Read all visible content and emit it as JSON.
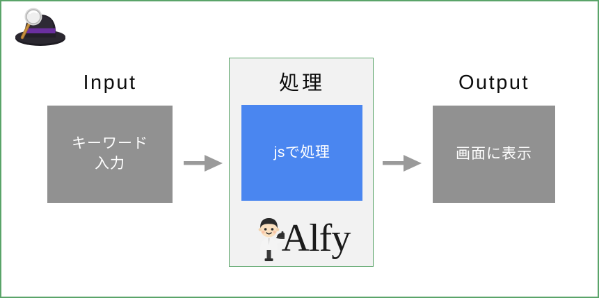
{
  "page": {
    "border_color": "#5aa469",
    "background": "#ffffff"
  },
  "app_icon": {
    "name": "alfred-hat-icon",
    "alt": "Alfred",
    "hat_color": "#1d1b22",
    "band_color": "#6a2f9e",
    "lens_color": "#cfcfcf"
  },
  "stages": {
    "input": {
      "title": "Input",
      "box_text": "キーワード\n入力",
      "box_line1": "キーワード",
      "box_line2": "入力",
      "box_color": "#919191",
      "text_color": "#ffffff"
    },
    "process": {
      "title": "処理",
      "panel_bg": "#f2f2f2",
      "panel_border": "#5aa469",
      "box_text": "jsで処理",
      "box_color": "#4a86f0",
      "text_color": "#ffffff",
      "brand": "Alfy",
      "brand_mascot": "butler-tray-icon"
    },
    "output": {
      "title": "Output",
      "box_text": "画面に表示",
      "box_color": "#919191",
      "text_color": "#ffffff"
    }
  },
  "arrows": {
    "color": "#9a9a9a",
    "items": [
      {
        "label": "arrow-input-to-process"
      },
      {
        "label": "arrow-process-to-output"
      }
    ]
  }
}
